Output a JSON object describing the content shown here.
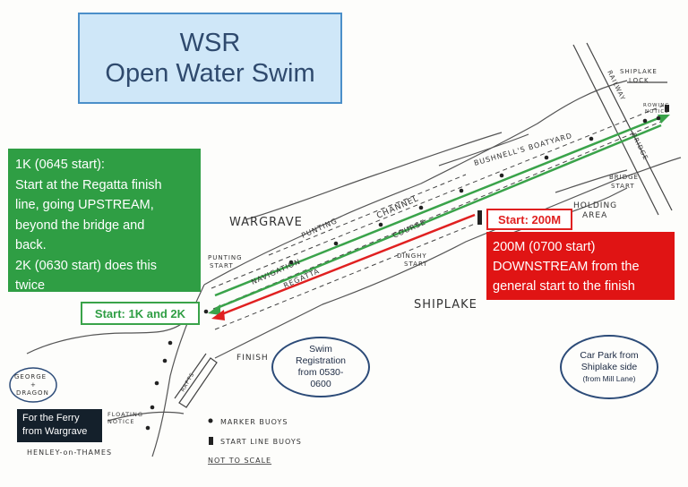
{
  "title": {
    "line1": "WSR",
    "line2": "Open Water Swim"
  },
  "green_box": {
    "lines": [
      "1K (0645 start):",
      "Start at the Regatta finish",
      "line, going UPSTREAM,",
      "beyond the bridge and",
      "back.",
      "2K (0630 start) does this",
      "twice"
    ]
  },
  "green_label": "Start: 1K and 2K",
  "red_label": "Start: 200M",
  "red_box": {
    "lines": [
      "200M (0700 start)",
      "DOWNSTREAM from the",
      "general start to the finish"
    ]
  },
  "registration": {
    "lines": [
      "Swim",
      "Registration",
      "from 0530-",
      "0600"
    ]
  },
  "car_park": {
    "lines": [
      "Car Park from",
      "Shiplake side"
    ],
    "note": "(from Mill Lane)"
  },
  "ferry": {
    "lines": [
      "For the Ferry",
      "from Wargrave"
    ]
  },
  "map_labels": {
    "wargrave": "WARGRAVE",
    "shiplake": "SHIPLAKE",
    "punting_start_1": "PUNTING",
    "punting_start_2": "START",
    "punting": "PUNTING",
    "channel": "CHANNEL",
    "navigation": "NAVIGATION",
    "regatta": "REGATTA",
    "course": "COURSE",
    "dinghy_1": "DINGHY",
    "dinghy_2": "START",
    "holding_1": "HOLDING",
    "holding_2": "AREA",
    "bushnells": "BUSHNELL'S BOATYARD",
    "bridge_start_1": "BRIDGE",
    "bridge_start_2": "START",
    "bridge": "BRIDGE",
    "railway": "RAILWAY",
    "shiplake_lock_1": "SHIPLAKE",
    "shiplake_lock_2": "LOCK",
    "rowing_notice_1": "ROWING",
    "rowing_notice_2": "NOTICE",
    "finish": "FINISH",
    "rafts": "RAFTS",
    "floating_notice_1": "FLOATING",
    "floating_notice_2": "NOTICE",
    "george_1": "GEORGE",
    "george_2": "+",
    "george_3": "DRAGON",
    "henley": "HENLEY-on-THAMES",
    "legend_marker": "MARKER BUOYS",
    "legend_start": "START LINE BUOYS",
    "not_to_scale": "NOT TO SCALE"
  },
  "colors": {
    "green": "#2f9e44",
    "red": "#e01414",
    "title_bg": "#cfe7f8",
    "title_border": "#4b8fc9",
    "ink": "#333333"
  }
}
